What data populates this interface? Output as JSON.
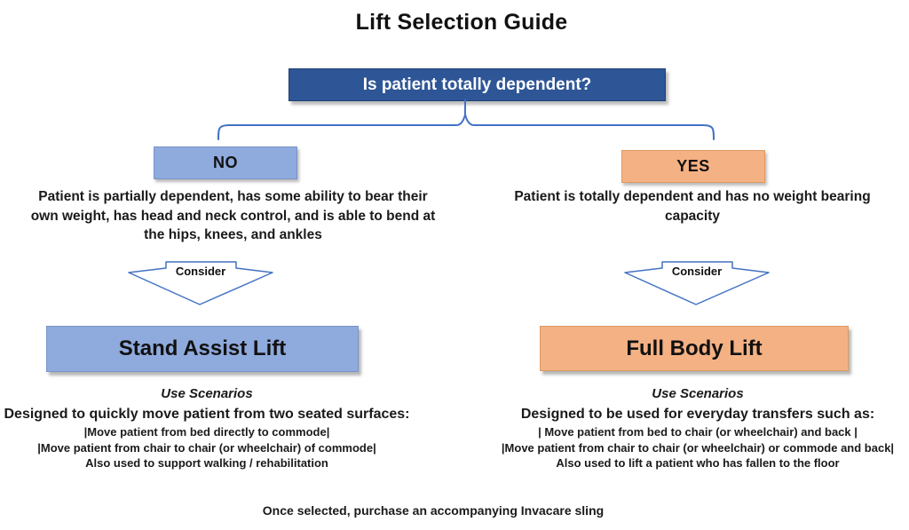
{
  "title": "Lift Selection Guide",
  "question": "Is patient totally dependent?",
  "no_branch": {
    "label": "NO",
    "description": "Patient is partially dependent, has some ability to bear their own weight, has head and neck control, and is able to bend at the hips, knees, and ankles",
    "consider_label": "Consider",
    "lift_name": "Stand Assist Lift",
    "use_scenarios_heading": "Use Scenarios",
    "use_scenarios_intro": "Designed to quickly move patient from two seated surfaces:",
    "scenarios": [
      "|Move patient from bed directly to commode|",
      "|Move patient from chair to chair (or wheelchair) of commode|",
      "Also used to support walking / rehabilitation"
    ]
  },
  "yes_branch": {
    "label": "YES",
    "description": "Patient is totally dependent and has no weight bearing capacity",
    "consider_label": "Consider",
    "lift_name": "Full Body Lift",
    "use_scenarios_heading": "Use Scenarios",
    "use_scenarios_intro": "Designed to be used for everyday transfers such as:",
    "scenarios": [
      "| Move patient from bed to chair (or wheelchair) and back |",
      "|Move patient from chair to chair (or wheelchair) or commode and back|",
      "Also used to lift a patient who has fallen to the floor"
    ]
  },
  "footer": "Once selected, purchase an accompanying Invacare sling",
  "colors": {
    "question_box": "#2E5697",
    "no_box": "#8FAADC",
    "yes_box": "#F4B183",
    "connector_line": "#4472C4"
  }
}
